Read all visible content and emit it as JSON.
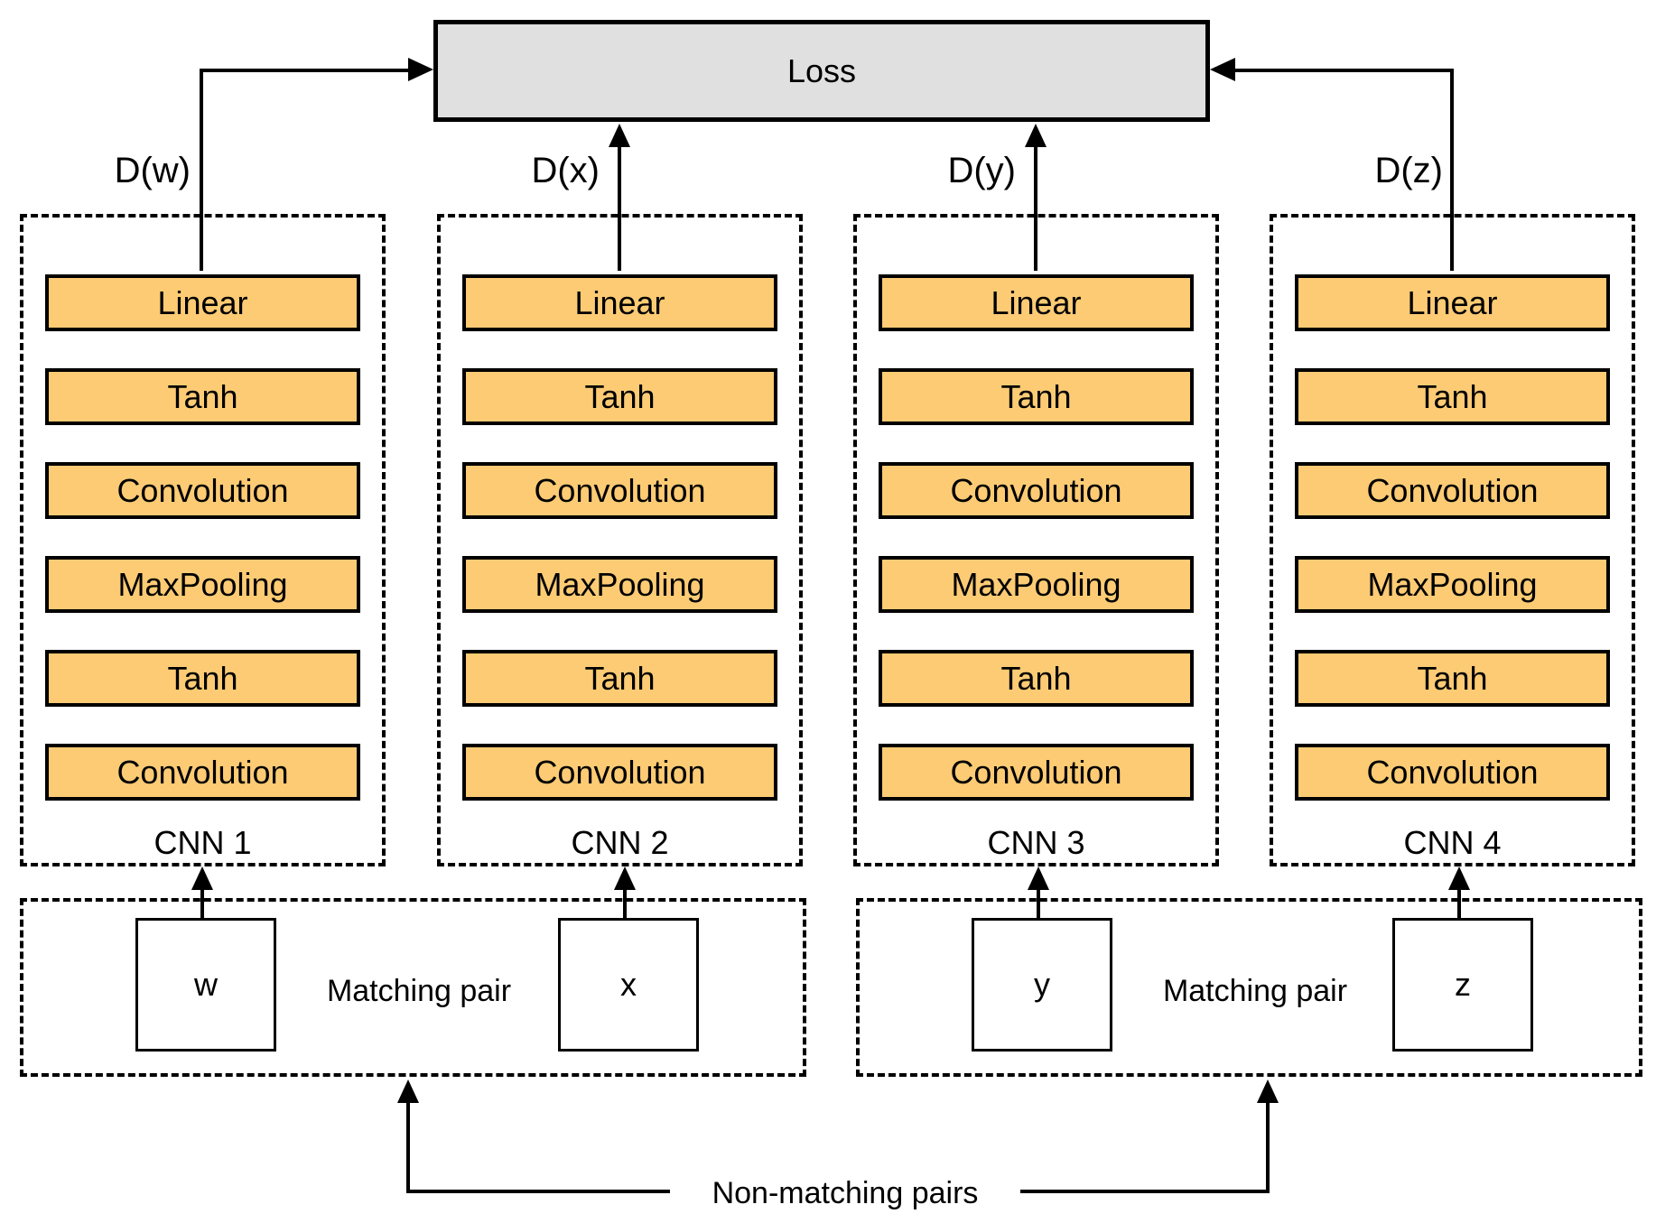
{
  "diagram": {
    "loss_label": "Loss",
    "non_matching_label": "Non-matching pairs",
    "columns": [
      {
        "name": "CNN 1",
        "distance_label": "D(w)",
        "layers": [
          "Linear",
          "Tanh",
          "Convolution",
          "MaxPooling",
          "Tanh",
          "Convolution"
        ]
      },
      {
        "name": "CNN 2",
        "distance_label": "D(x)",
        "layers": [
          "Linear",
          "Tanh",
          "Convolution",
          "MaxPooling",
          "Tanh",
          "Convolution"
        ]
      },
      {
        "name": "CNN 3",
        "distance_label": "D(y)",
        "layers": [
          "Linear",
          "Tanh",
          "Convolution",
          "MaxPooling",
          "Tanh",
          "Convolution"
        ]
      },
      {
        "name": "CNN 4",
        "distance_label": "D(z)",
        "layers": [
          "Linear",
          "Tanh",
          "Convolution",
          "MaxPooling",
          "Tanh",
          "Convolution"
        ]
      }
    ],
    "pairs": [
      {
        "label": "Matching pair",
        "inputs": [
          "w",
          "x"
        ]
      },
      {
        "label": "Matching pair",
        "inputs": [
          "y",
          "z"
        ]
      }
    ],
    "colors": {
      "layer_fill": "#FCCB74",
      "loss_fill": "#E0E0E0",
      "line": "#000000",
      "background": "#FFFFFF"
    }
  }
}
